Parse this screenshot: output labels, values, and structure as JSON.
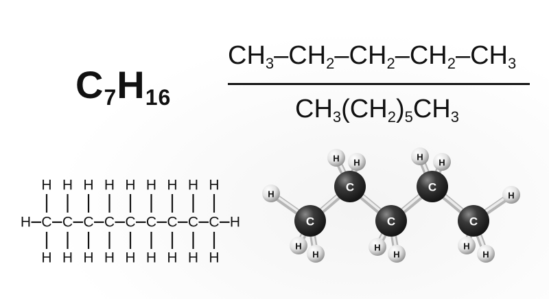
{
  "molecular_formula": {
    "c": "C",
    "c_count": "7",
    "h": "H",
    "h_count": "16"
  },
  "condensed_full": [
    {
      "text": "CH",
      "sub": "3"
    },
    {
      "text": "–CH",
      "sub": "2"
    },
    {
      "text": "–CH",
      "sub": "2"
    },
    {
      "text": "–CH",
      "sub": "2"
    },
    {
      "text": "–CH",
      "sub": "3"
    }
  ],
  "condensed_short": [
    {
      "text": "CH",
      "sub": "3"
    },
    {
      "text": "(CH",
      "sub": "2"
    },
    {
      "text": ")",
      "sub": "5"
    },
    {
      "text": "CH",
      "sub": "3"
    }
  ],
  "structural": {
    "carbon_label": "C",
    "hydrogen_label": "H",
    "carbon_count": 9
  },
  "ball_stick": {
    "carbon_label": "C",
    "hydrogen_label": "H",
    "carbon_color": "#2a2a2a",
    "hydrogen_color": "#e6e6e6",
    "bond_color": "#d4d4d4"
  }
}
